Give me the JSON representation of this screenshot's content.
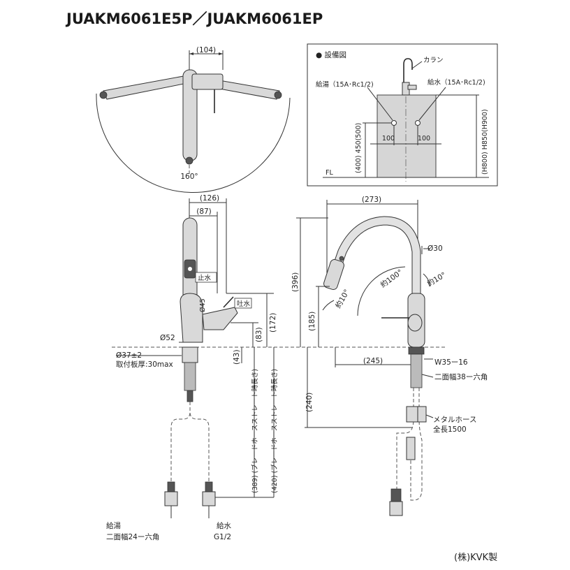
{
  "title": "JUAKM6061E5P／JUAKM6061EP",
  "maker": "(株)KVK製",
  "top_view": {
    "dim_104": "(104)",
    "angle_160": "160°"
  },
  "install_diagram": {
    "heading": "● 設備図",
    "karan": "カラン",
    "hot_supply": "給湯（15A･Rc1/2)",
    "cold_supply": "給水（15A･Rc1/2)",
    "dim_100_left": "100",
    "dim_100_right": "100",
    "fl": "FL",
    "left_vertical": "(400) 450(500)",
    "right_vertical": "(H800) H850(H900)"
  },
  "front_view": {
    "dim_126": "(126)",
    "dim_87": "(87)",
    "stop_water": "止水",
    "spout_water": "吐水",
    "phi45": "Ø45",
    "phi52": "Ø52",
    "dim_172": "(172)",
    "dim_83": "(83)",
    "dim_43": "(43)",
    "mount_hole": "Ø37±2",
    "mount_thickness": "取付板厚:30max",
    "hose_389": "(389) (ブレードホースストレート時長さ)",
    "hose_420": "(420) (ブレードホースストレート時長さ)",
    "hot_label": "給湯",
    "hot_hex": "二面幅24ー六角",
    "cold_label": "給水",
    "cold_thread": "G1/2"
  },
  "side_view": {
    "dim_273": "(273)",
    "phi30": "Ø30",
    "dim_396": "(396)",
    "dim_185": "(185)",
    "angle_100": "約100°",
    "angle_10_left": "約10°",
    "angle_10_right": "約10°",
    "dim_245": "(245)",
    "thread_w35": "W35ー16",
    "hex_38": "二面幅38ー六角",
    "dim_240": "(240)",
    "metal_hose": "メタルホース",
    "metal_hose_len": "全長1500"
  }
}
